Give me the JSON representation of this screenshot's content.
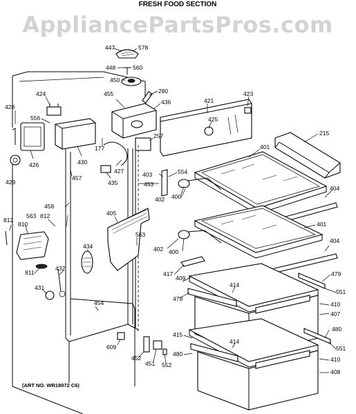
{
  "header": {
    "title": "FRESH FOOD SECTION"
  },
  "watermark": {
    "text": "AppliancePartsPros.com"
  },
  "footer": {
    "art_number": "(ART NO. WR18072 C6)"
  },
  "callouts": {
    "c447": "447",
    "c578": "578",
    "c448": "448",
    "c560": "560",
    "c450": "450",
    "c280": "280",
    "c424": "424",
    "c455": "455",
    "c436": "436",
    "c421": "421",
    "c423": "423",
    "c428": "428",
    "c556": "556",
    "c425": "425",
    "c215": "215",
    "c426": "426",
    "c430": "430",
    "c177": "177",
    "c427": "427",
    "c257": "257",
    "c401a": "401",
    "c429": "429",
    "c457": "457",
    "c435": "435",
    "c403": "403",
    "c453": "453",
    "c554": "554",
    "c404a": "404",
    "c402a": "402",
    "c400a": "400",
    "c458": "458",
    "c812a": "812",
    "c563a": "563",
    "c812b": "812",
    "c810": "810",
    "c405": "405",
    "c401b": "401",
    "c563b": "563",
    "c404b": "404",
    "c402b": "402",
    "c400b": "400",
    "c434": "434",
    "c417": "417",
    "c409": "409",
    "c479a": "479",
    "c811": "811",
    "c432": "432",
    "c414a": "414",
    "c551a": "551",
    "c431": "431",
    "c479b": "479",
    "c410a": "410",
    "c454": "454",
    "c407": "407",
    "c480a": "480",
    "c415": "415",
    "c414b": "414",
    "c551b": "551",
    "c609": "609",
    "c480b": "480",
    "c410b": "410",
    "c452": "452",
    "c451": "451",
    "c552": "552",
    "c408": "408"
  }
}
